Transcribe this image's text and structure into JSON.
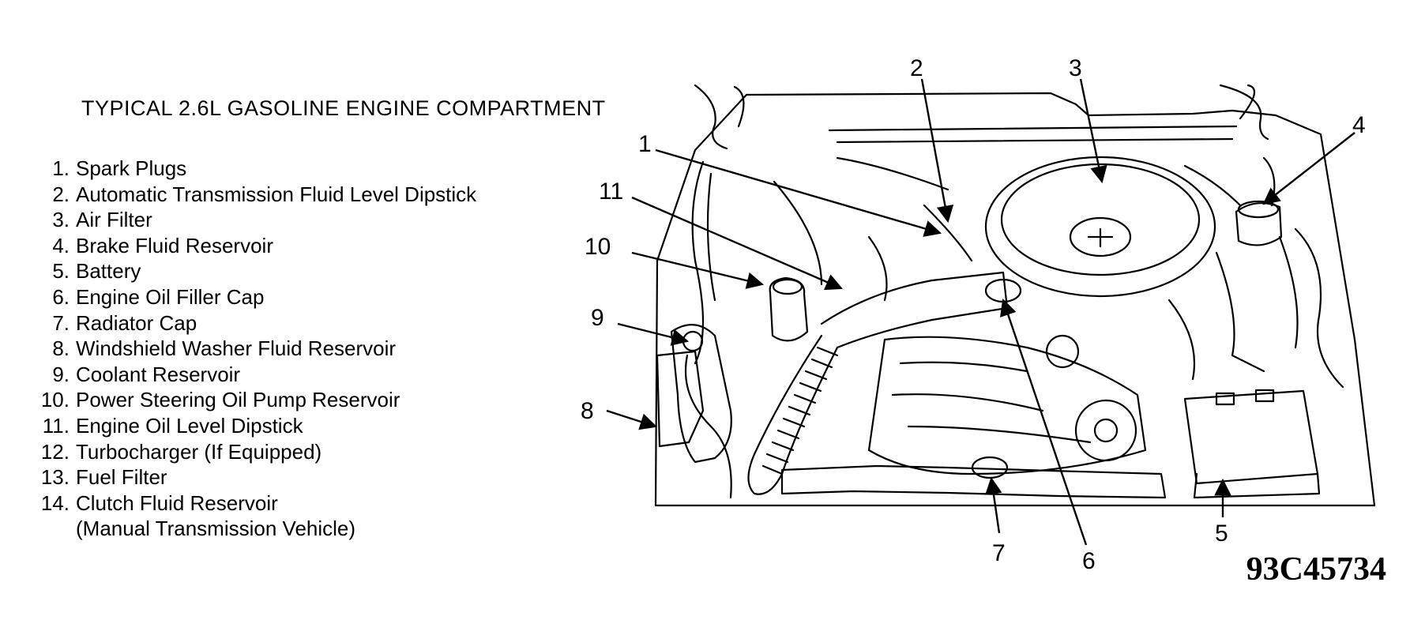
{
  "title": "TYPICAL 2.6L GASOLINE ENGINE COMPARTMENT",
  "legend": [
    {
      "num": "1.",
      "label": "Spark Plugs"
    },
    {
      "num": "2.",
      "label": "Automatic Transmission Fluid Level Dipstick"
    },
    {
      "num": "3.",
      "label": "Air Filter"
    },
    {
      "num": "4.",
      "label": "Brake Fluid Reservoir"
    },
    {
      "num": "5.",
      "label": "Battery"
    },
    {
      "num": "6.",
      "label": "Engine Oil Filler Cap"
    },
    {
      "num": "7.",
      "label": "Radiator Cap"
    },
    {
      "num": "8.",
      "label": "Windshield Washer Fluid Reservoir"
    },
    {
      "num": "9.",
      "label": "Coolant Reservoir"
    },
    {
      "num": "10.",
      "label": "Power Steering Oil Pump Reservoir"
    },
    {
      "num": "11.",
      "label": "Engine Oil Level Dipstick"
    },
    {
      "num": "12.",
      "label": "Turbocharger (If Equipped)"
    },
    {
      "num": "13.",
      "label": "Fuel Filter"
    },
    {
      "num": "14.",
      "label": "Clutch Fluid Reservoir",
      "continuation": "(Manual Transmission Vehicle)"
    }
  ],
  "callouts": [
    "1",
    "2",
    "3",
    "4",
    "5",
    "6",
    "7",
    "8",
    "9",
    "10",
    "11"
  ],
  "figure_code": "93C45734"
}
